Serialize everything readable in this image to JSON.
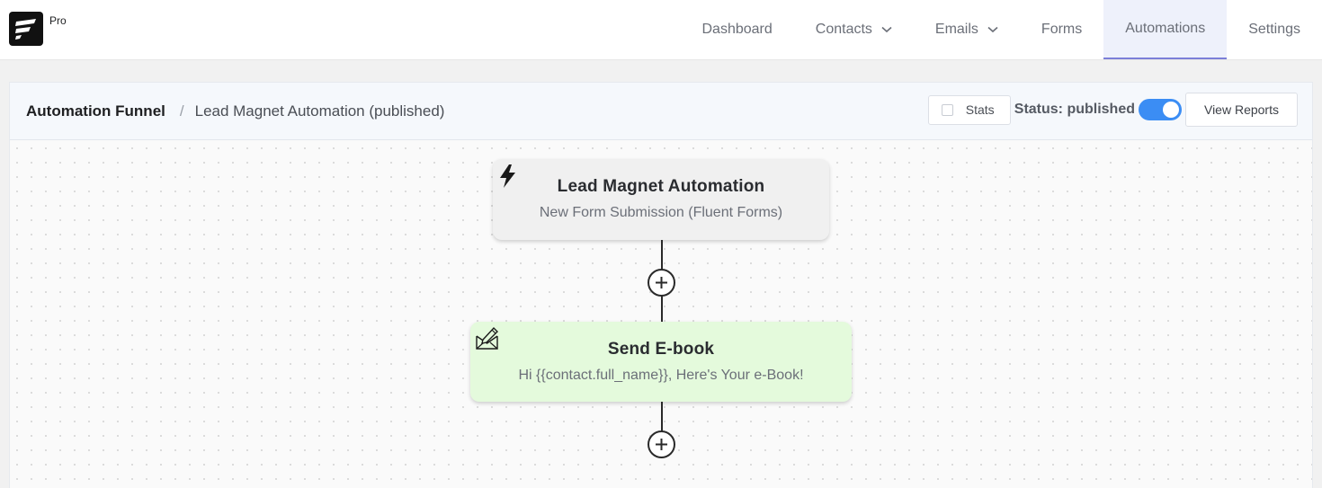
{
  "app": {
    "logo_badge": "Pro"
  },
  "nav": {
    "items": [
      {
        "label": "Dashboard"
      },
      {
        "label": "Contacts"
      },
      {
        "label": "Emails"
      },
      {
        "label": "Forms"
      },
      {
        "label": "Automations"
      },
      {
        "label": "Settings"
      }
    ],
    "active": "Automations"
  },
  "header": {
    "breadcrumb_root": "Automation Funnel",
    "breadcrumb_sep": "/",
    "breadcrumb_current": "Lead Magnet Automation (published)",
    "stats_label": "Stats",
    "status_label": "Status: published",
    "status_enabled": true,
    "reports_label": "View Reports"
  },
  "flow": {
    "trigger": {
      "icon": "lightning-icon",
      "title": "Lead Magnet Automation",
      "subtitle": "New Form Submission (Fluent Forms)"
    },
    "action": {
      "icon": "email-edit-icon",
      "title": "Send E-book",
      "subtitle": "Hi {{contact.full_name}}, Here's Your e-Book!"
    }
  },
  "colors": {
    "accent": "#3b8df4",
    "active_tab_border": "#7b7fd8",
    "action_block_bg": "#e4fadc",
    "trigger_block_bg": "#f0f0f0"
  }
}
